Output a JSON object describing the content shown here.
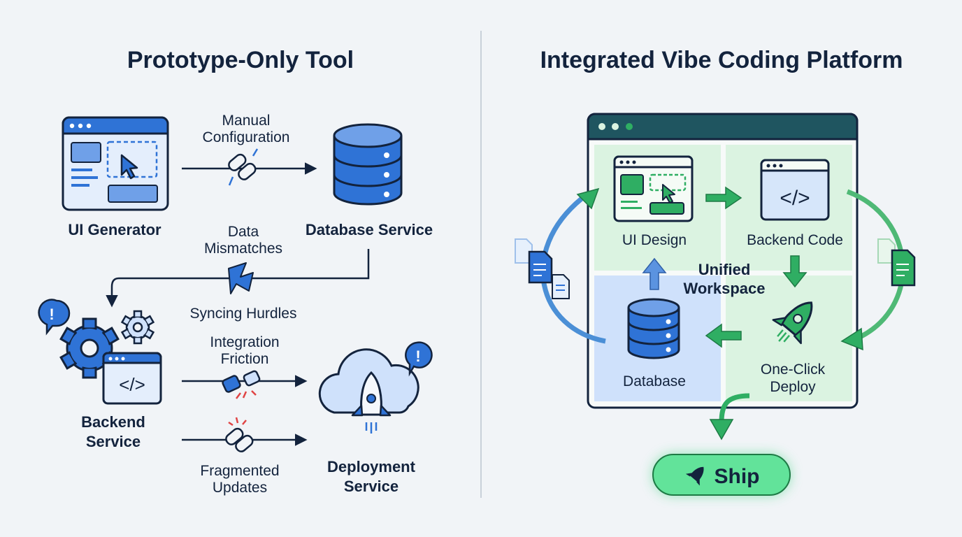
{
  "left": {
    "title": "Prototype-Only Tool",
    "nodes": {
      "ui_generator": "UI Generator",
      "database_service": "Database Service",
      "backend_service": [
        "Backend",
        "Service"
      ],
      "deployment_service": [
        "Deployment",
        "Service"
      ]
    },
    "issues": {
      "manual_configuration": [
        "Manual",
        "Configuration"
      ],
      "data_mismatches": [
        "Data",
        "Mismatches"
      ],
      "syncing_hurdles": "Syncing Hurdles",
      "integration_friction": [
        "Integration",
        "Friction"
      ],
      "fragmented_updates": [
        "Fragmented",
        "Updates"
      ]
    }
  },
  "right": {
    "title": "Integrated Vibe Coding Platform",
    "workspace": [
      "Unified",
      "Workspace"
    ],
    "modules": {
      "ui_design": "UI Design",
      "backend_code": "Backend Code",
      "database": "Database",
      "deploy": [
        "One-Click",
        "Deploy"
      ]
    },
    "ship_button": "Ship"
  },
  "colors": {
    "navy": "#13233d",
    "blue": "#2f73d6",
    "blue_light": "#cfe1fb",
    "green": "#2fae63",
    "green_light": "#dbf3e1",
    "teal_bar": "#1f5560",
    "alert_red": "#e04444"
  }
}
